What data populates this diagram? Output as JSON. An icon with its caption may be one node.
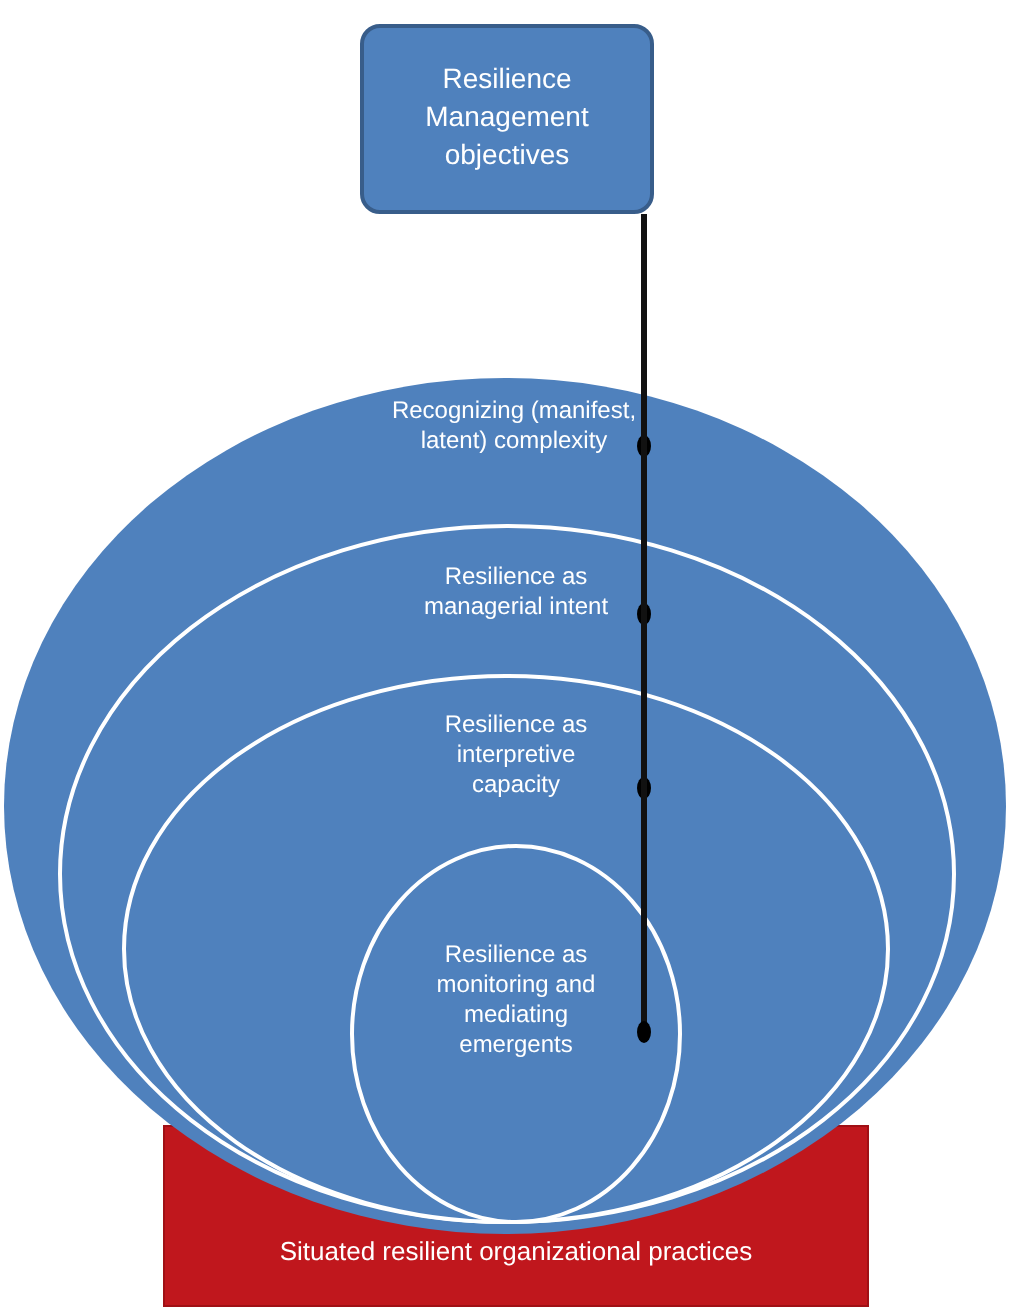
{
  "diagram": {
    "nodes": [
      {
        "text": [
          "Resilience Management objectives"
        ]
      },
      {
        "text": [
          "Recognizing (manifest, latent) complexity"
        ]
      },
      {
        "text": [
          "Resilience as managerial intent"
        ],
        "in": 1
      },
      {
        "text": [
          "Resilience as interpretive capacity"
        ],
        "in": 2
      },
      {
        "text": [
          "Resilience as monitoring and mediating emergents"
        ],
        "in": 3
      },
      {
        "text": [
          "Situated resilient organizational practices"
        ]
      }
    ],
    "edges": [
      {
        "from": 0,
        "to": 1,
        "arrow": "other"
      },
      {
        "from": 0,
        "to": 2,
        "arrow": "other"
      },
      {
        "from": 0,
        "to": 3,
        "arrow": "other"
      },
      {
        "from": 0,
        "to": 4,
        "arrow": "other"
      }
    ]
  }
}
